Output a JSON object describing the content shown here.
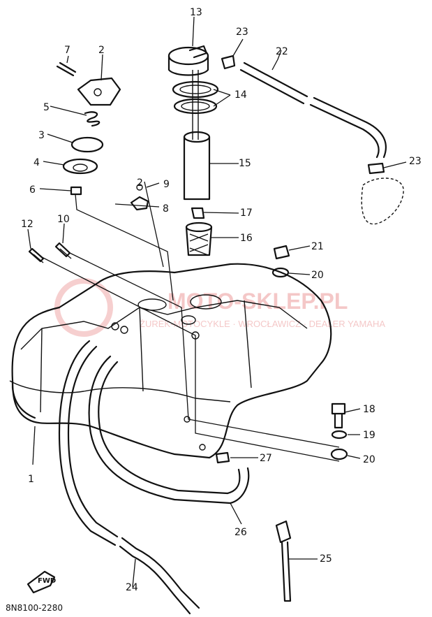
{
  "diagram": {
    "code": "8N8100-2280",
    "fwd_label": "FWD",
    "watermark": {
      "main": "MOTO-SKLEP.PL",
      "sub": "ŻUREK-MOTOCYKLE · WROCŁAWICZ · DEALER YAMAHA"
    },
    "callouts": [
      "1",
      "2",
      "3",
      "4",
      "5",
      "6",
      "7",
      "8",
      "9",
      "10",
      "12",
      "13",
      "14",
      "15",
      "16",
      "17",
      "18",
      "19",
      "20",
      "20",
      "21",
      "22",
      "23",
      "23",
      "24",
      "25",
      "26",
      "27",
      "2"
    ]
  }
}
